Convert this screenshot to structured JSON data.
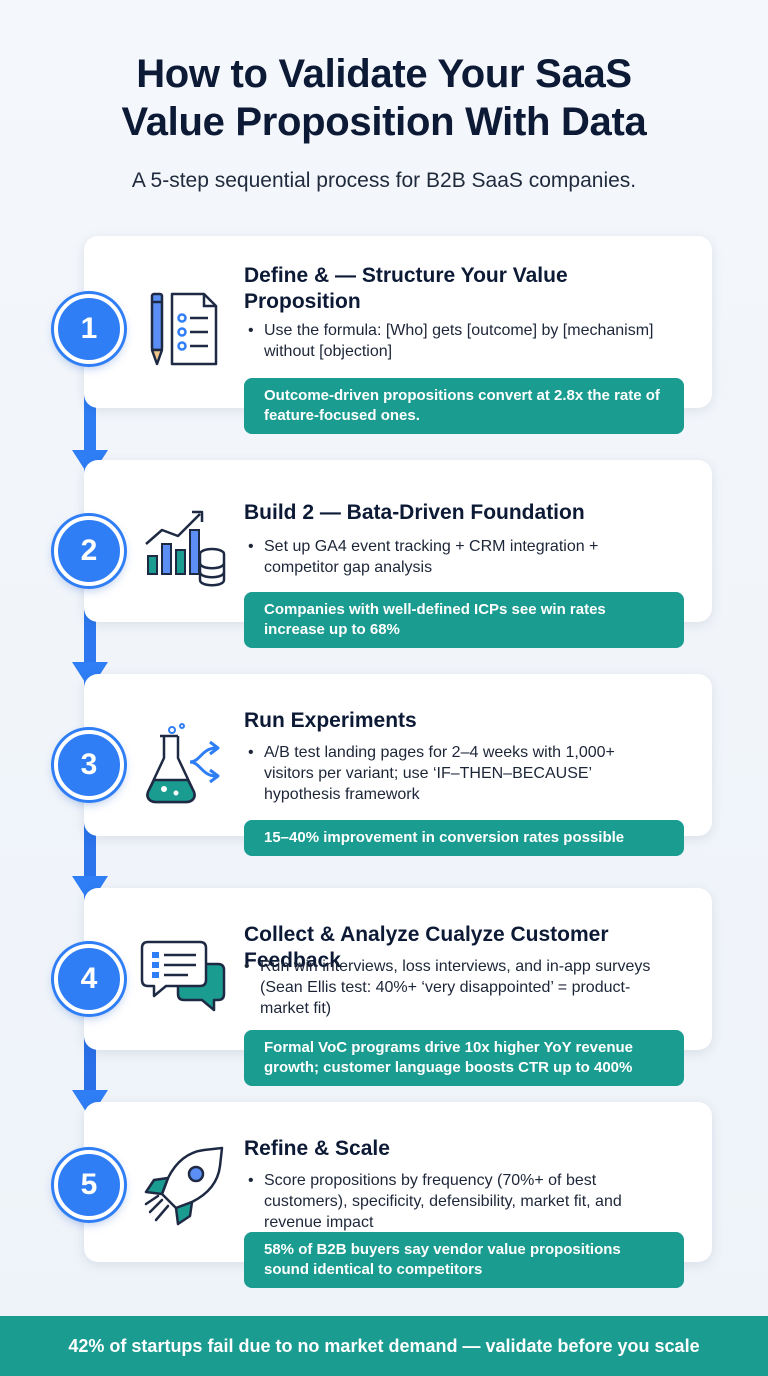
{
  "header": {
    "title_line1": "How to Validate Your SaaS",
    "title_line2": "Value Proposition With Data",
    "subtitle": "A 5-step sequential process for B2B SaaS companies."
  },
  "steps": [
    {
      "number": "1",
      "title_line1": "Define & — Structure Your Value",
      "title_line2": "Proposition",
      "bullet": "Use the formula: [Who] gets [outcome] by [mechanism] without [objection]",
      "stat": "Outcome-driven propositions convert at 2.8x the rate of feature-focused ones.",
      "icon": "document-pencil-icon"
    },
    {
      "number": "2",
      "title_line1": "Build 2 — Bata-Driven Foundation",
      "bullet": "Set up GA4 event tracking + CRM integration + competitor gap analysis",
      "stat": "Companies with well-defined ICPs see win rates increase up to 68%",
      "icon": "chart-database-icon"
    },
    {
      "number": "3",
      "title_line1": "Run Experiments",
      "bullet": "A/B test landing pages for 2–4 weeks with 1,000+ visitors per variant; use ‘IF–THEN–BECAUSE’ hypothesis framework",
      "stat": "15–40% improvement in conversion rates possible",
      "icon": "flask-split-icon"
    },
    {
      "number": "4",
      "title_line1": "Collect & Analyze Cualyze Customer Feedback",
      "bullet": "Run win interviews, loss interviews, and in-app surveys (Sean Ellis test: 40%+ ‘very disappointed’ = product-market fit)",
      "stat": "Formal VoC programs drive 10x higher YoY revenue growth; customer language boosts CTR up to 400%",
      "icon": "chat-bubbles-icon"
    },
    {
      "number": "5",
      "title_line1": "Refine & Scale",
      "bullet": "Score propositions by frequency (70%+ of best customers), specificity, defensibility, market fit, and revenue impact",
      "stat": "58% of B2B buyers say vendor value propositions sound identical to competitors",
      "icon": "rocket-icon"
    }
  ],
  "footer": {
    "text": "42% of startups fail due to no market demand — validate before you scale"
  },
  "colors": {
    "accent_blue": "#2f7ef5",
    "accent_teal": "#1a9c90",
    "icon_dark": "#1e2a44"
  }
}
